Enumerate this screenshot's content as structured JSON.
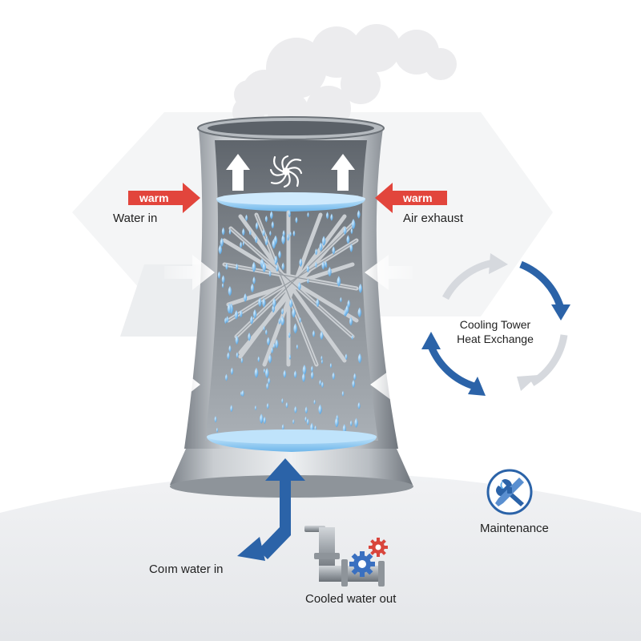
{
  "labels": {
    "warm_left": "warm",
    "water_in": "Water in",
    "warm_right": "warm",
    "air_exhaust": "Air exhaust",
    "cycle_line1": "Cooling Tower",
    "cycle_line2": "Heat Exchange",
    "maintenance": "Maintenance",
    "cold_water_in": "Coım water in",
    "cooled_water_out": "Cooled water out"
  },
  "colors": {
    "warm_arrow": "#e2453c",
    "water": "#5aa7e6",
    "cycle_blue": "#2b63a8",
    "cycle_gray": "#d6d9de",
    "tower_metal": "#9aa0a6",
    "pipe": "#aeb3b8",
    "gear_red": "#d9453c",
    "gear_blue": "#3a70c0"
  },
  "icons": {
    "fan": "fan-icon",
    "maintenance": "wrench-screwdriver-icon",
    "pipe": "pipe-icon",
    "gears": "gear-icon"
  }
}
